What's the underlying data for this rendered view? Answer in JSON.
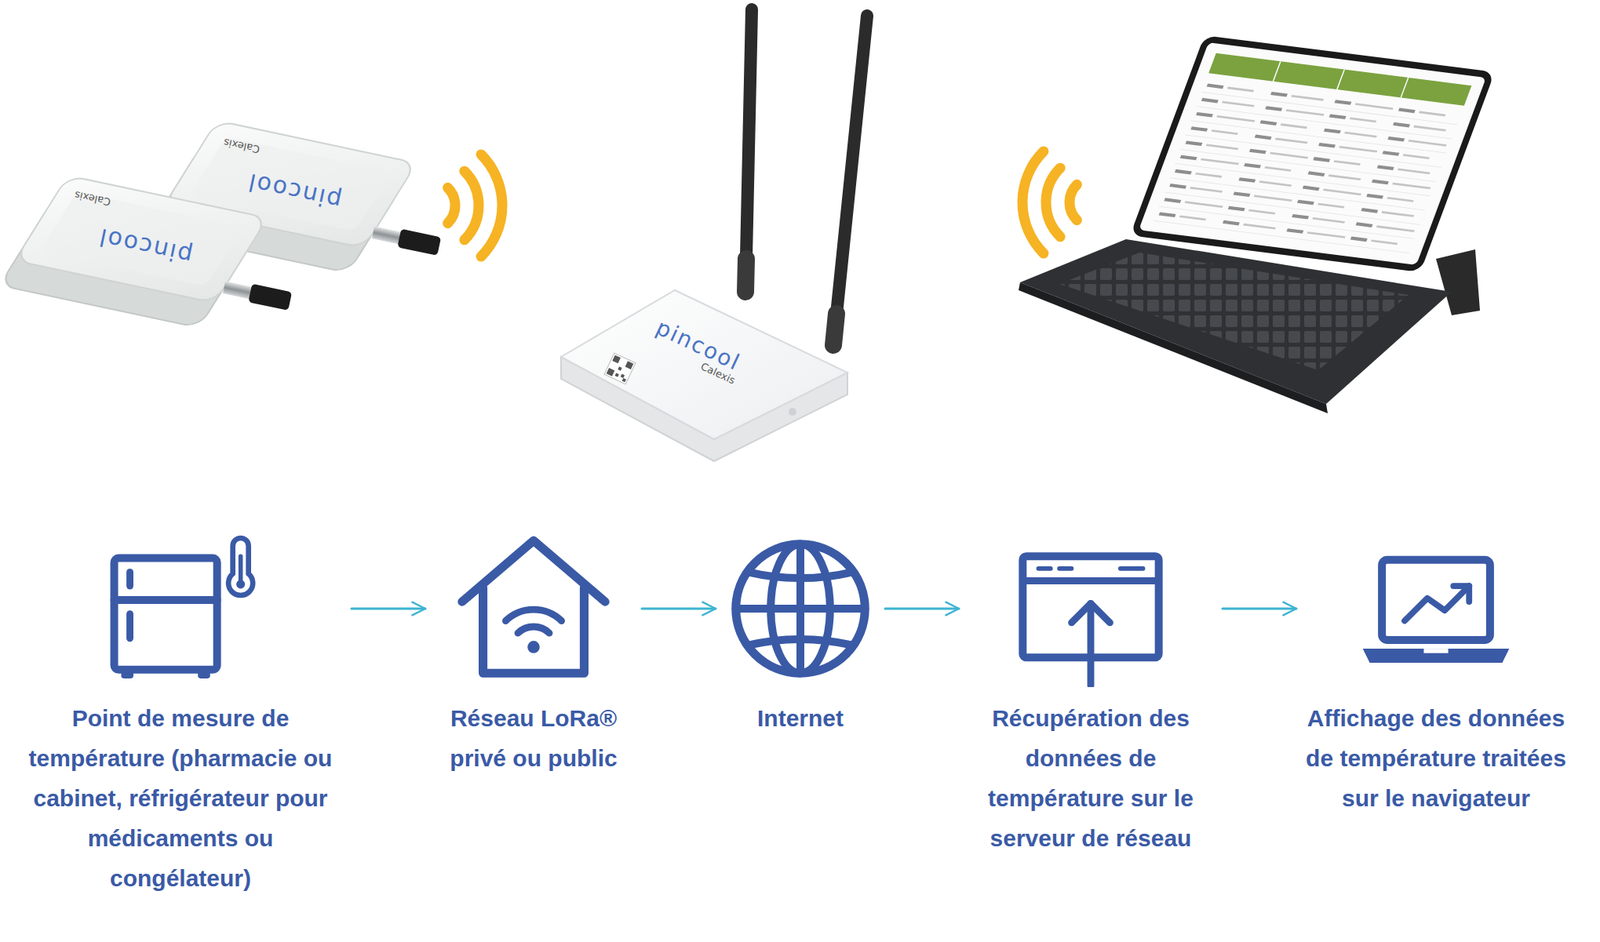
{
  "diagram": {
    "nodes": [
      {
        "text": [
          "Point de mesure de température (pharmacie ou cabinet, réfrigérateur pour médicaments ou congélateur)"
        ]
      },
      {
        "text": [
          "Réseau LoRa® privé ou public"
        ]
      },
      {
        "text": [
          "Internet"
        ]
      },
      {
        "text": [
          "Récupération des données de température sur le serveur de réseau"
        ]
      },
      {
        "text": [
          "Affichage des données de température traitées sur le navigateur"
        ]
      }
    ],
    "edges": [
      {
        "from": 0,
        "to": 1,
        "arrow": "to"
      },
      {
        "from": 1,
        "to": 2,
        "arrow": "to"
      },
      {
        "from": 2,
        "to": 3,
        "arrow": "to"
      },
      {
        "from": 3,
        "to": 4,
        "arrow": "to"
      }
    ],
    "labels": [
      "pincool",
      "Calexis",
      "pincool",
      "Calexis",
      "pincool",
      "Calexis"
    ]
  }
}
